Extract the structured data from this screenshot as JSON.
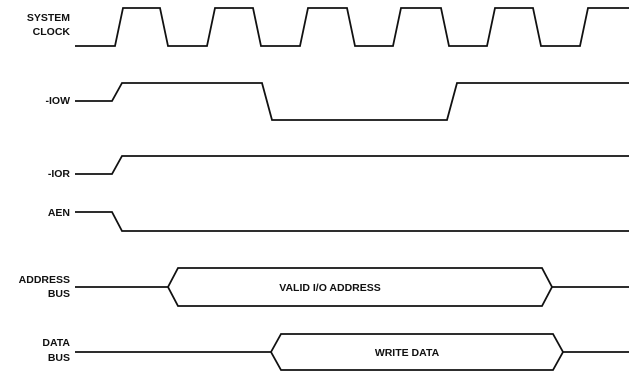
{
  "signals": {
    "system_clock": {
      "line1": "SYSTEM",
      "line2": "CLOCK"
    },
    "iow": {
      "label": "-IOW"
    },
    "ior": {
      "label": "-IOR"
    },
    "aen": {
      "label": "AEN"
    },
    "address_bus": {
      "line1": "ADDRESS",
      "line2": "BUS",
      "content": "VALID I/O ADDRESS"
    },
    "data_bus": {
      "line1": "DATA",
      "line2": "BUS",
      "content": "WRITE DATA"
    }
  }
}
